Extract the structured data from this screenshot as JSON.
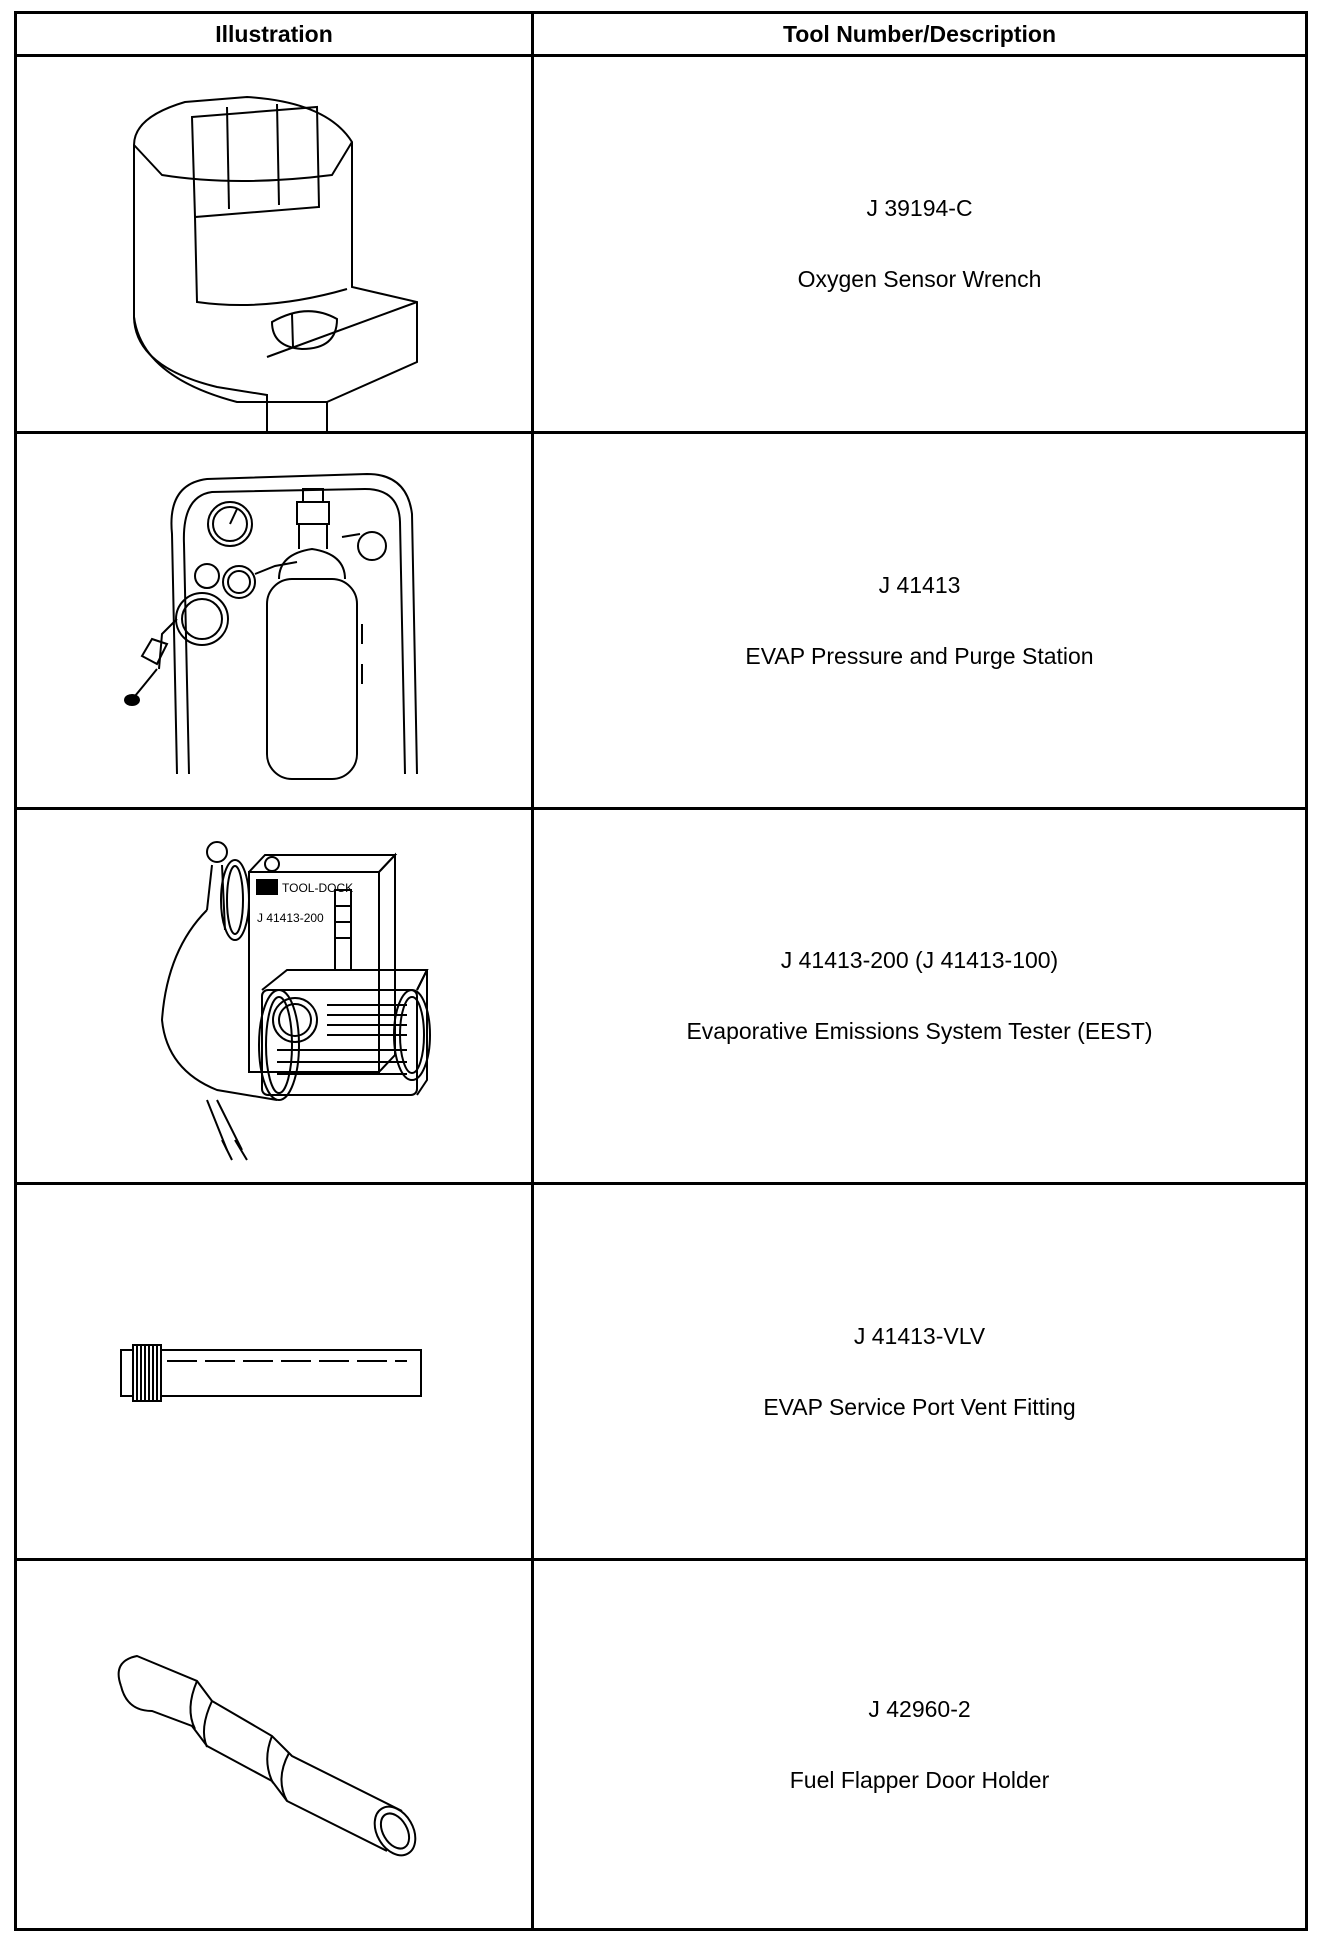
{
  "header": {
    "illustration": "Illustration",
    "tool": "Tool Number/Description"
  },
  "rows": [
    {
      "number": "J 39194-C",
      "description": "Oxygen Sensor Wrench",
      "icon": "oxygen-sensor-wrench-icon"
    },
    {
      "number": "J 41413",
      "description": "EVAP Pressure and Purge Station",
      "icon": "evap-purge-station-icon"
    },
    {
      "number": "J 41413-200 (J 41413-100)",
      "description": "Evaporative Emissions System Tester (EEST)",
      "icon": "emissions-tester-icon",
      "panel_label": "J 41413-200"
    },
    {
      "number": "J 41413-VLV",
      "description": "EVAP Service Port Vent Fitting",
      "icon": "vent-fitting-icon"
    },
    {
      "number": "J 42960-2",
      "description": "Fuel Flapper Door Holder",
      "icon": "flapper-door-holder-icon"
    }
  ]
}
